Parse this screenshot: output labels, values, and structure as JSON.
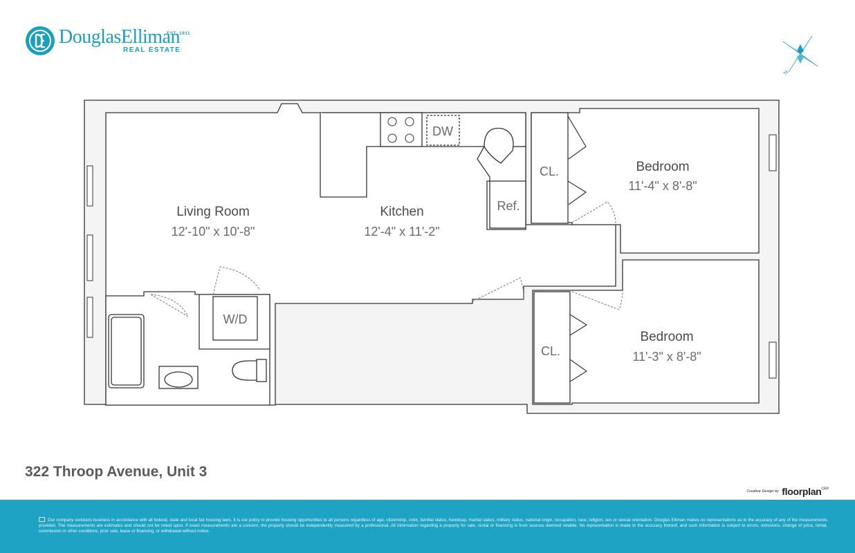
{
  "brand": {
    "name": "DouglasElliman",
    "established": "EST. 1911",
    "subtitle": "REAL ESTATE",
    "color": "#1a9fc1"
  },
  "compass": {
    "north_label": "N",
    "icon": "compass-rose-icon"
  },
  "rooms": {
    "living_room": {
      "name": "Living Room",
      "dims": "12'-10\" x 10'-8\""
    },
    "kitchen": {
      "name": "Kitchen",
      "dims": "12'-4\" x 11'-2\""
    },
    "bedroom_1": {
      "name": "Bedroom",
      "dims": "11'-4\" x 8'-8\""
    },
    "bedroom_2": {
      "name": "Bedroom",
      "dims": "11'-3\" x 8'-8\""
    }
  },
  "fixtures": {
    "dishwasher": "DW",
    "refrigerator": "Ref.",
    "washer_dryer": "W/D",
    "closet_1": "CL.",
    "closet_2": "CL."
  },
  "address": "322 Throop Avenue, Unit 3",
  "credit": {
    "prefix": "Creative Design by",
    "brand": "floorplan",
    "suffix": "CRP"
  },
  "footer": {
    "disclaimer": "Our company conducts business in accordance with all federal, state and local fair housing laws. It is our policy to provide housing opportunities to all persons regardless of age, citizenship, color, familial status, handicap, marital status, military status, national origin, occupation, race, religion, sex or sexual orientation. Douglas Elliman makes no representations as to the accuracy of any of the measurements provided. The measurements are estimates and should not be relied upon. If exact measurements are a concern, the property should be independently measured by a professional. All information regarding a property for sale, rental or financing is from sources deemed reliable. No representation is made to the accuracy thereof, and such information is subject to errors, omissions, change of price, rental, commission or other conditions, prior sale, lease or financing, or withdrawal without notice.",
    "color": "#1ea3c5"
  }
}
